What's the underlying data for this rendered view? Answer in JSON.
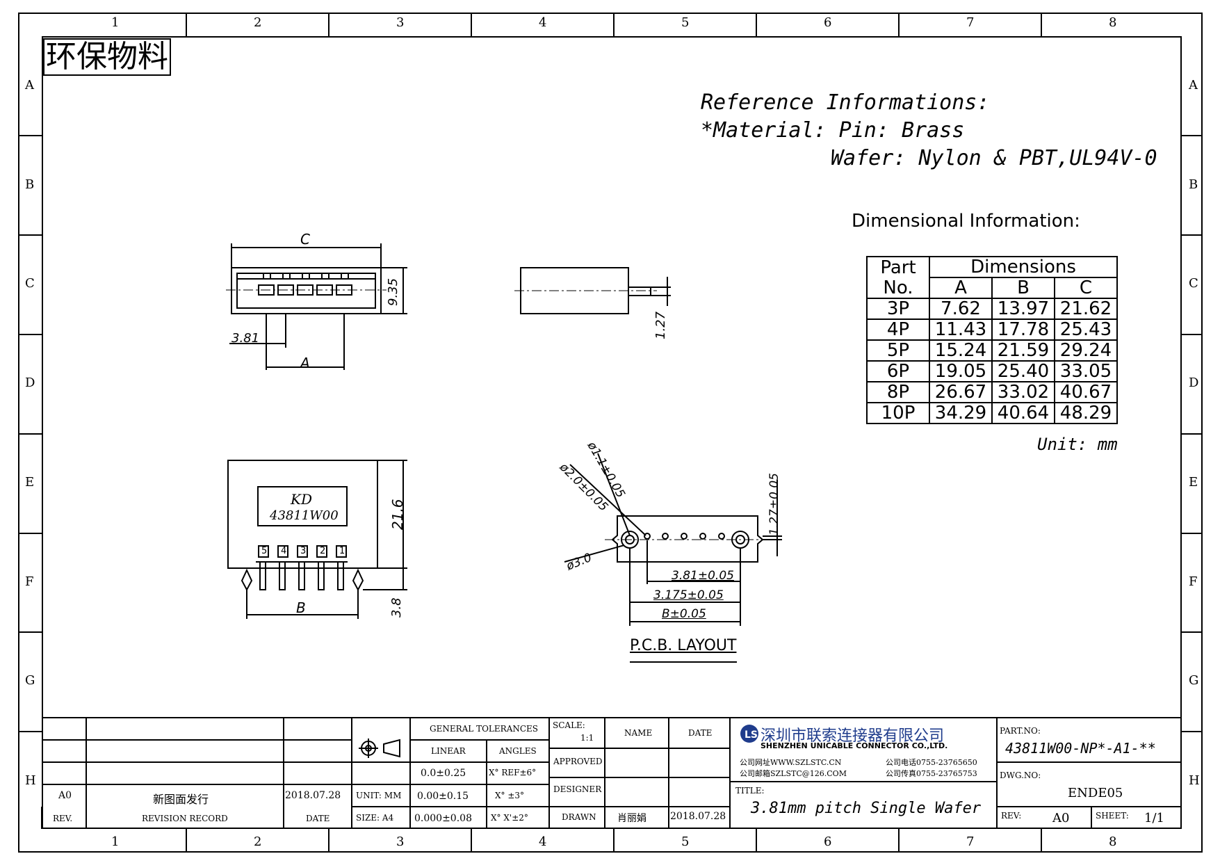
{
  "grid": {
    "columns": [
      "1",
      "2",
      "3",
      "4",
      "5",
      "6",
      "7",
      "8"
    ],
    "rows": [
      "A",
      "B",
      "C",
      "D",
      "E",
      "F",
      "G",
      "H"
    ]
  },
  "stamp": "环保物料",
  "reference": {
    "line1": "Reference Informations:",
    "line2": "*Material: Pin: Brass",
    "line3": "Wafer: Nylon & PBT,UL94V-0"
  },
  "dimensional_title": "Dimensional Information:",
  "dim_table": {
    "header_part": "Part",
    "header_no": "No.",
    "header_dims": "Dimensions",
    "col_a": "A",
    "col_b": "B",
    "col_c": "C",
    "rows": [
      {
        "part": "3P",
        "a": "7.62",
        "b": "13.97",
        "c": "21.62"
      },
      {
        "part": "4P",
        "a": "11.43",
        "b": "17.78",
        "c": "25.43"
      },
      {
        "part": "5P",
        "a": "15.24",
        "b": "21.59",
        "c": "29.24"
      },
      {
        "part": "6P",
        "a": "19.05",
        "b": "25.40",
        "c": "33.05"
      },
      {
        "part": "8P",
        "a": "26.67",
        "b": "33.02",
        "c": "40.67"
      },
      {
        "part": "10P",
        "a": "34.29",
        "b": "40.64",
        "c": "48.29"
      }
    ]
  },
  "unit": "Unit: mm",
  "drawing_labels": {
    "c": "C",
    "dim_935": "9.35",
    "dim_381": "3.81",
    "a": "A",
    "dim_127": "1.27",
    "kd": "KD",
    "part_mark": "43811W00",
    "pins": [
      "5",
      "4",
      "3",
      "2",
      "1"
    ],
    "dim_216": "21.6",
    "dim_38": "3.8",
    "b": "B",
    "hole_11": "ø1.1±0.05",
    "hole_20": "ø2.0±0.05",
    "hole_30": "ø3.0",
    "dim_127_tol": "1.27±0.05",
    "dim_381_tol": "3.81±0.05",
    "dim_3175_tol": "3.175±0.05",
    "dim_b_tol": "B±0.05",
    "pcb_layout": "P.C.B. LAYOUT"
  },
  "title_block": {
    "general_tolerances": "GENERAL TOLERANCES",
    "linear": "LINEAR",
    "angles": "ANGLES",
    "lin1": "0.0±0.25",
    "ang1": "X° REF±6°",
    "lin2": "0.00±0.15",
    "ang2": "X° ±3°",
    "lin3": "0.000±0.08",
    "ang3": "X° X'±2°",
    "unit_label": "UNIT: MM",
    "size_label": "SIZE: A4",
    "scale_label": "SCALE:",
    "scale_value": "1:1",
    "name": "NAME",
    "date": "DATE",
    "approved": "APPROVED",
    "designer": "DESIGNER",
    "drawn": "DRAWN",
    "drawn_name": "肖丽娟",
    "drawn_date": "2018.07.28",
    "rev_a0": "A0",
    "rev_record_text": "新图面发行",
    "rev_date": "2018.07.28",
    "rev_hdr": "REV.",
    "revision_record": "REVISION RECORD",
    "date_hdr": "DATE",
    "company_cn": "深圳市联索连接器有限公司",
    "company_en": "SHENZHEN UNICABLE CONNECTOR CO.,LTD.",
    "web": "公司网址WWW.SZLSTC.CN",
    "phone": "公司电话0755-23765650",
    "email": "公司邮箱SZLSTC@126.COM",
    "fax": "公司传真0755-23765753",
    "title_label": "TITLE:",
    "title_value": "3.81mm pitch Single Wafer",
    "part_no_label": "PART.NO:",
    "part_no": "43811W00-NP*-A1-**",
    "dwg_no_label": "DWG.NO:",
    "dwg_no": "ENDE05",
    "rev_label": "REV:",
    "rev_value": "A0",
    "sheet_label": "SHEET:",
    "sheet_value": "1/1"
  }
}
